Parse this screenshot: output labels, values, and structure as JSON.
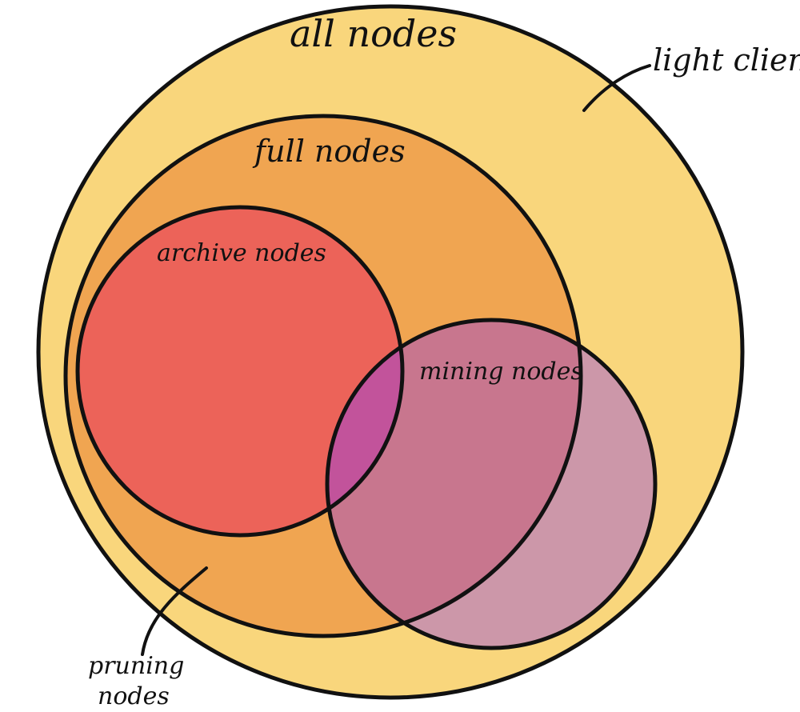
{
  "diagram": {
    "labels": {
      "all_nodes": "all nodes",
      "light_clients": "light clients",
      "full_nodes": "full nodes",
      "archive_nodes": "archive nodes",
      "mining_nodes": "mining nodes",
      "pruning_line1": "pruning",
      "pruning_line2": "nodes"
    },
    "colors": {
      "all_nodes_fill": "#f9d67c",
      "full_nodes_fill": "#f0a551",
      "archive_nodes_fill": "#ec6359",
      "mining_nodes_fill": "#cc97a9",
      "mining_full_overlap_fill": "#c8768e",
      "archive_mining_overlap_fill": "#c2539b",
      "outline": "#111111"
    }
  }
}
